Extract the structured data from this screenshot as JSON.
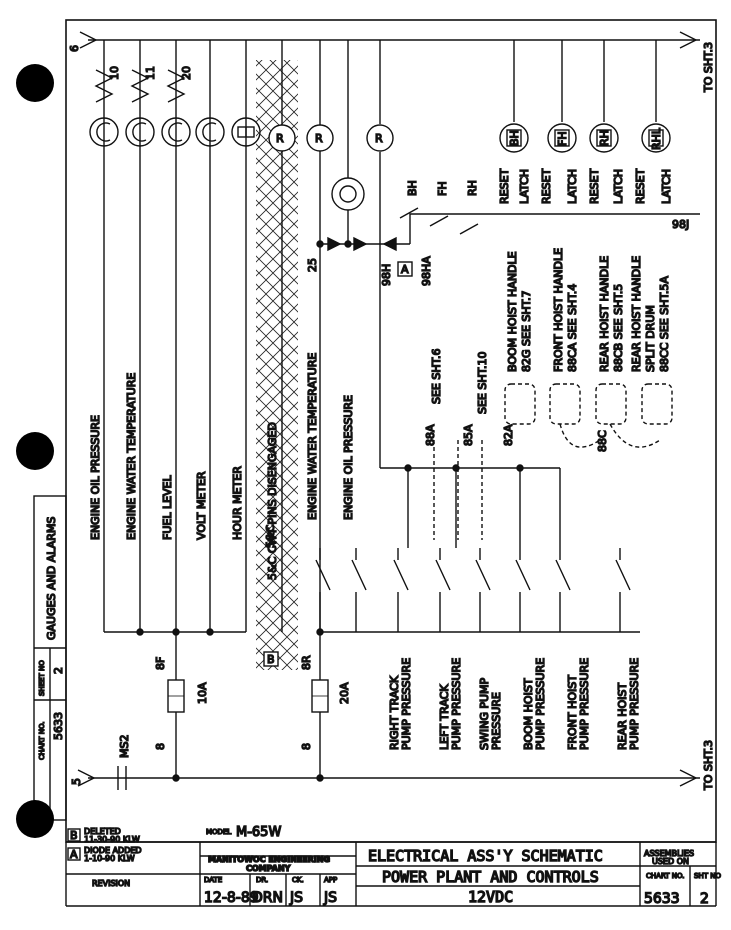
{
  "sheet_ref_top": "TO SHT.3",
  "sheet_ref_bottom": "TO SHT.3",
  "wires": {
    "top_left": "6",
    "bottom_left": "5",
    "ms2": "MS2",
    "w8_left": "8",
    "w8f": "8F",
    "fuse_10a": "10A",
    "w8_mid": "8",
    "w8r": "8R",
    "fuse_20a": "20A",
    "w25": "25",
    "w98h": "98H",
    "w98ha": "98HA",
    "w98j": "98J",
    "w10": "10",
    "w11": "11",
    "w20": "20",
    "w82a": "82A",
    "w88a": "88A",
    "w85a": "85A",
    "w88c": "88C"
  },
  "gauges": {
    "oil": "ENGINE OIL PRESSURE",
    "water": "ENGINE WATER TEMPERATURE",
    "fuel": "FUEL LEVEL",
    "volt": "VOLT METER",
    "hour": "HOUR METER",
    "cwt": "5&C CWT PINS DISENGAGED",
    "cwt_tag": "5&C",
    "water2": "ENGINE WATER TEMPERATURE",
    "oil2": "ENGINE OIL PRESSURE"
  },
  "relays": {
    "r": "R",
    "bh": "BH",
    "fh": "FH",
    "rh": "RH",
    "rhl": "RHL",
    "reset": "RESET",
    "latch": "LATCH"
  },
  "handles": {
    "boom": "BOOM HOIST HANDLE",
    "boom_ref": "82G SEE SHT.7",
    "front": "FRONT HOIST HANDLE",
    "front_ref": "88CA SEE SHT.4",
    "rear": "REAR HOIST HANDLE",
    "rear_ref": "88CB SEE SHT.5",
    "rear_split": "REAR HOIST HANDLE",
    "rear_split2": "SPLIT DRUM",
    "rear_split_ref": "88CC SEE SHT.5A",
    "see6": "SEE SHT.6",
    "see10": "SEE SHT.10"
  },
  "pump_pressures": [
    [
      "RIGHT TRACK",
      "PUMP PRESSURE"
    ],
    [
      "LEFT TRACK",
      "PUMP PRESSURE"
    ],
    [
      "SWING PUMP",
      "PRESSURE"
    ],
    [
      "BOOM HOIST",
      "PUMP PRESSURE"
    ],
    [
      "FRONT HOIST",
      "PUMP PRESSURE"
    ],
    [
      "REAR HOIST",
      "PUMP PRESSURE"
    ]
  ],
  "side_block": {
    "title": "GAUGES AND ALARMS",
    "sheet_label": "SHEET NO",
    "sheet_no": "2",
    "chart_label": "CHART NO.",
    "chart_no": "5633"
  },
  "rev_marks": {
    "a": "A",
    "b": "B"
  },
  "title_block": {
    "rev_b_mark": "B",
    "rev_b_text1": "DELETED",
    "rev_b_text2": "11-30-90 KLW",
    "rev_a_mark": "A",
    "rev_a_text1": "DIODE ADDED",
    "rev_a_text2": "1-10-90 KLW",
    "revision": "REVISION",
    "model_label": "MODEL",
    "model": "M-65W",
    "company1": "MANITOWOC ENGINEERING",
    "company2": "COMPANY",
    "date_label": "DATE",
    "date": "12-8-89",
    "dr_label": "DR.",
    "dr": "DRN",
    "ck_label": "CK.",
    "ck": "JS",
    "app_label": "APP",
    "app": "JS",
    "title1": "ELECTRICAL ASS'Y SCHEMATIC",
    "title2": "POWER PLANT AND CONTROLS",
    "title3": "12VDC",
    "assemblies": "ASSEMBLIES",
    "used_on": "USED ON",
    "chart_label": "CHART NO.",
    "chart_no": "5633",
    "sht_label": "SHT NO",
    "sht_no": "2"
  }
}
